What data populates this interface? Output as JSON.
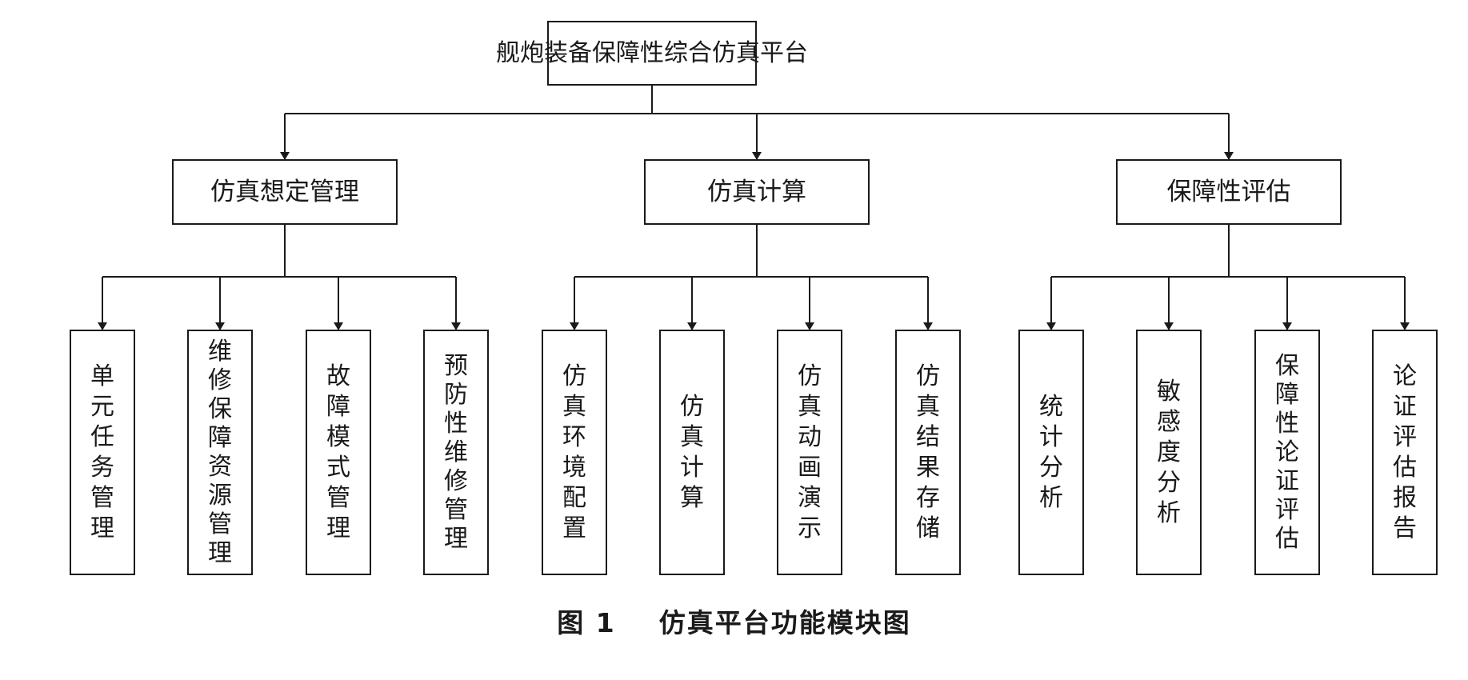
{
  "root": {
    "label": "舰炮装备保障性综合仿真平台"
  },
  "groups": [
    {
      "label": "仿真想定管理",
      "children": [
        "单元任务管理",
        "维修保障资源管理",
        "故障模式管理",
        "预防性维修管理"
      ]
    },
    {
      "label": "仿真计算",
      "children": [
        "仿真环境配置",
        "仿真计算",
        "仿真动画演示",
        "仿真结果存储"
      ]
    },
    {
      "label": "保障性评估",
      "children": [
        "统计分析",
        "敏感度分析",
        "保障性论证评估",
        "论证评估报告"
      ]
    }
  ],
  "caption": {
    "number": "图 1",
    "title": "仿真平台功能模块图"
  },
  "colors": {
    "line": "#1a1a1a",
    "box_fill": "#ffffff",
    "text": "#1a1a1a"
  }
}
